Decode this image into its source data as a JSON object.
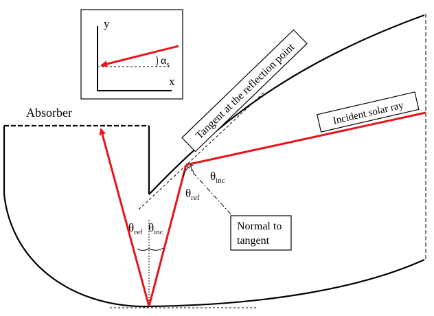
{
  "labels": {
    "absorber": "Absorber",
    "tangent": "Tangent at the reflection point",
    "incident": "Incident solar ray",
    "normal_line1": "Normal to",
    "normal_line2": "tangent"
  },
  "angles": {
    "theta": "θ",
    "inc_sub": "inc",
    "ref_sub": "ref"
  },
  "inset": {
    "y_axis": "y",
    "x_axis": "x",
    "alpha": "α",
    "alpha_sub": "s"
  },
  "colors": {
    "ray": "#e8141a",
    "line": "#000000"
  }
}
